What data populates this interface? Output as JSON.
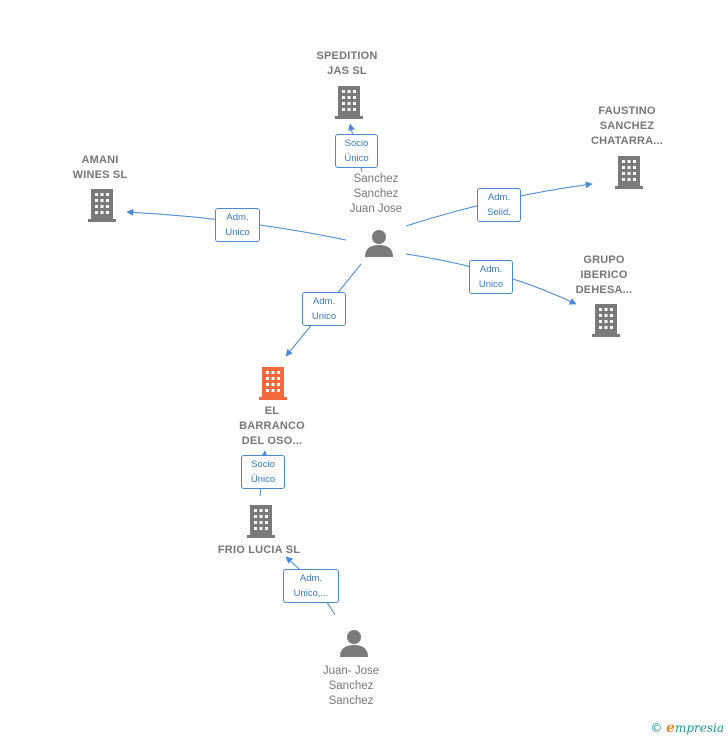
{
  "nodes": {
    "spedition": {
      "lines": [
        "SPEDITION",
        "JAS SL"
      ]
    },
    "faustino": {
      "lines": [
        "FAUSTINO",
        "SANCHEZ",
        "CHATARRA..."
      ]
    },
    "amani": {
      "lines": [
        "AMANI",
        "WINES SL"
      ]
    },
    "grupo": {
      "lines": [
        "GRUPO",
        "IBERICO",
        "DEHESA..."
      ]
    },
    "barranco": {
      "lines": [
        "EL",
        "BARRANCO",
        "DEL OSO..."
      ]
    },
    "frio": {
      "lines": [
        "FRIO LUCIA  SL"
      ]
    },
    "person_main": {
      "lines": [
        "Sanchez",
        "Sanchez",
        "Juan Jose"
      ]
    },
    "person_juan": {
      "lines": [
        "Juan- Jose",
        "Sanchez",
        "Sanchez"
      ]
    }
  },
  "badges": {
    "socio_top": [
      "Socio",
      "Único"
    ],
    "adm_solid": [
      "Adm.",
      "Solid."
    ],
    "adm_unico_left": [
      "Adm.",
      "Unico"
    ],
    "adm_unico_right": [
      "Adm.",
      "Unico"
    ],
    "adm_unico_center": [
      "Adm.",
      "Unico"
    ],
    "socio_bottom": [
      "Socio",
      "Único"
    ],
    "adm_unico_frio": [
      "Adm.",
      "Unico,..."
    ]
  },
  "footer": {
    "copyright": "©",
    "brand_first": "e",
    "brand_rest": "mpresia"
  },
  "colors": {
    "edge": "#4a8ad4",
    "building": "#7a7a7a",
    "highlight": "#f26a3c",
    "person": "#7a7a7a"
  }
}
